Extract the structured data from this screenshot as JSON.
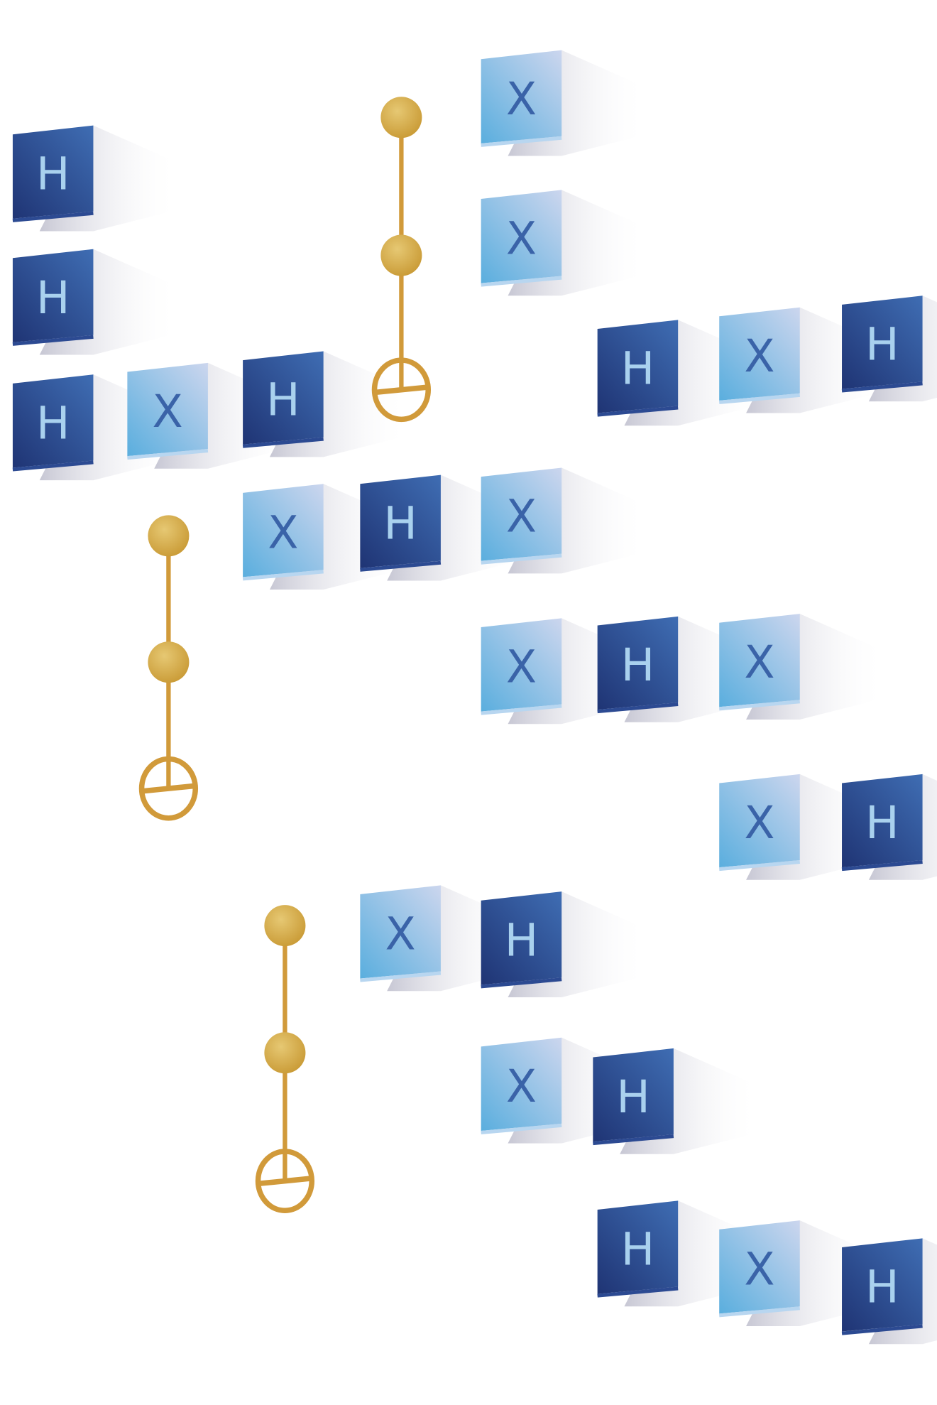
{
  "diagram": {
    "gate_labels": {
      "hadamard": "H",
      "pauli_x": "X"
    },
    "gates": [
      "H",
      "X",
      "X",
      "H",
      "H",
      "X",
      "H",
      "H",
      "X",
      "H",
      "X",
      "H",
      "X",
      "X",
      "H",
      "X",
      "X",
      "H",
      "X",
      "H",
      "X",
      "H",
      "H",
      "X",
      "H"
    ],
    "controlled_gates": [
      {
        "type": "toffoli",
        "controls": 2,
        "target": "xor"
      },
      {
        "type": "toffoli",
        "controls": 2,
        "target": "xor"
      },
      {
        "type": "toffoli",
        "controls": 2,
        "target": "xor"
      }
    ],
    "colors": {
      "hadamard_dark": "#23397a",
      "hadamard_light": "#3f6db3",
      "x_light": "#c9d6ee",
      "x_dark": "#5aaede",
      "x_text": "#3a63a8",
      "h_text": "#a9d1ee",
      "gold": "#d19a3a"
    }
  }
}
